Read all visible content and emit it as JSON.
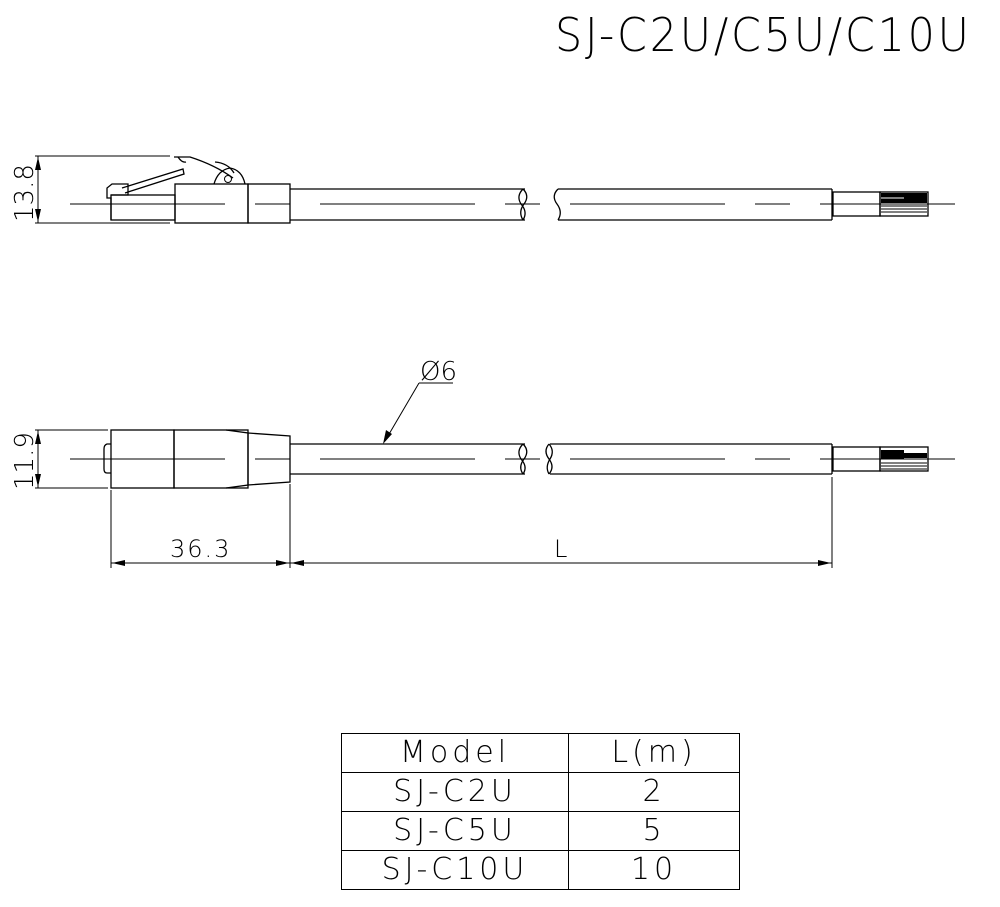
{
  "title": "SJ-C2U/C5U/C10U",
  "side_view": {
    "height_dim": "13.8"
  },
  "top_view": {
    "height_dim": "11.9",
    "diameter_label": "Ø6",
    "connector_length_dim": "36.3",
    "cable_length_dim": "L"
  },
  "table": {
    "headers": [
      "Model",
      "L(m)"
    ],
    "rows": [
      {
        "model": "SJ-C2U",
        "length": "2"
      },
      {
        "model": "SJ-C5U",
        "length": "5"
      },
      {
        "model": "SJ-C10U",
        "length": "10"
      }
    ]
  },
  "colors": {
    "line": "#000000",
    "background": "#ffffff"
  }
}
